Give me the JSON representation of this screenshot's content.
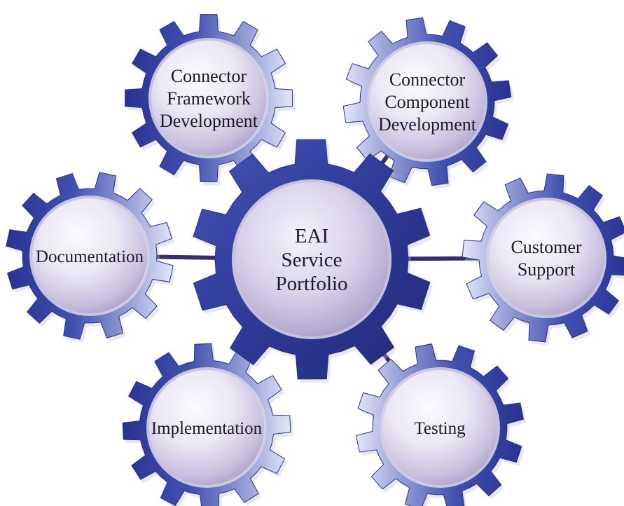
{
  "center": {
    "lines": [
      "EAI",
      "Service",
      "Portfolio"
    ]
  },
  "nodes": [
    {
      "id": "connector-framework-development",
      "lines": [
        "Connector",
        "Framework",
        "Development"
      ]
    },
    {
      "id": "connector-component-development",
      "lines": [
        "Connector",
        "Component",
        "Development"
      ]
    },
    {
      "id": "documentation",
      "lines": [
        "Documentation"
      ]
    },
    {
      "id": "customer-support",
      "lines": [
        "Customer",
        "Support"
      ]
    },
    {
      "id": "implementation",
      "lines": [
        "Implementation"
      ]
    },
    {
      "id": "testing",
      "lines": [
        "Testing"
      ]
    }
  ],
  "colors": {
    "gear_dark": "#2d3590",
    "gear_mid": "#4a57b8",
    "gear_light": "#dfe3f6",
    "connector": "#3a2a6e",
    "disc_light": "#f7f5fb",
    "disc_dark": "#9e93be",
    "text": "#1a1a2a"
  }
}
